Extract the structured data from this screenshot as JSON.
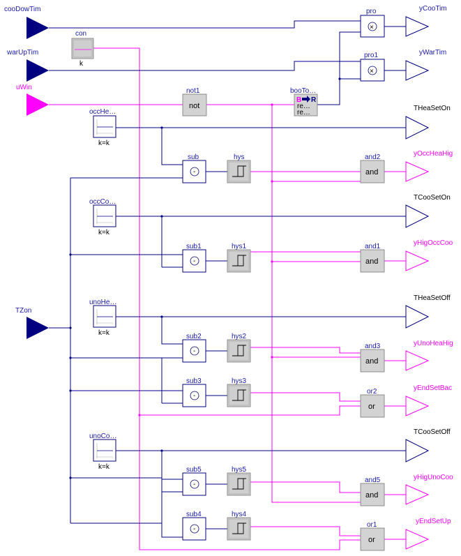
{
  "colors": {
    "real_connector": "#000080",
    "bool_connector": "#ff00ff",
    "label": "#1a1aa8",
    "block_fill": "#d3d3d3"
  },
  "inputs": {
    "cooDowTim": "cooDowTim",
    "warUpTim": "warUpTim",
    "uWin": "uWin",
    "TZon": "TZon"
  },
  "outputs": {
    "yCooTim": "yCooTim",
    "yWarTim": "yWarTim",
    "THeaSetOn": "THeaSetOn",
    "yOccHeaHig": "yOccHeaHig",
    "TCooSetOn": "TCooSetOn",
    "yHigOccCoo": "yHigOccCoo",
    "THeaSetOff": "THeaSetOff",
    "yUnoHeaHig": "yUnoHeaHig",
    "yEndSetBac": "yEndSetBac",
    "TCooSetOff": "TCooSetOff",
    "yHigUnoCoo": "yHigUnoCoo",
    "yEndSetUp": "yEndSetUp"
  },
  "blocks": {
    "con": "con",
    "con_param": "k",
    "pro": "pro",
    "pro1": "pro1",
    "not1": "not1",
    "not1_text": "not",
    "booToRea": "booTo…",
    "booToRea_icon": "B",
    "booToRea_icon2": "R",
    "booToRea_l1": "re…",
    "booToRea_l2": "re…",
    "occHeaSet": "occHe…",
    "occCooSet": "occCo…",
    "unoHeaSet": "unoHe…",
    "unoCooSet": "unoCo…",
    "kk": "k=k",
    "sub": "sub",
    "sub1": "sub1",
    "sub2": "sub2",
    "sub3": "sub3",
    "sub4": "sub4",
    "sub5": "sub5",
    "hys": "hys",
    "hys1": "hys1",
    "hys2": "hys2",
    "hys3": "hys3",
    "hys4": "hys4",
    "hys5": "hys5",
    "and1": "and1",
    "and2": "and2",
    "and3": "and3",
    "and5": "and5",
    "or1": "or1",
    "or2": "or2",
    "and_text": "and",
    "or_text": "or",
    "minus": "-",
    "times": "×"
  }
}
